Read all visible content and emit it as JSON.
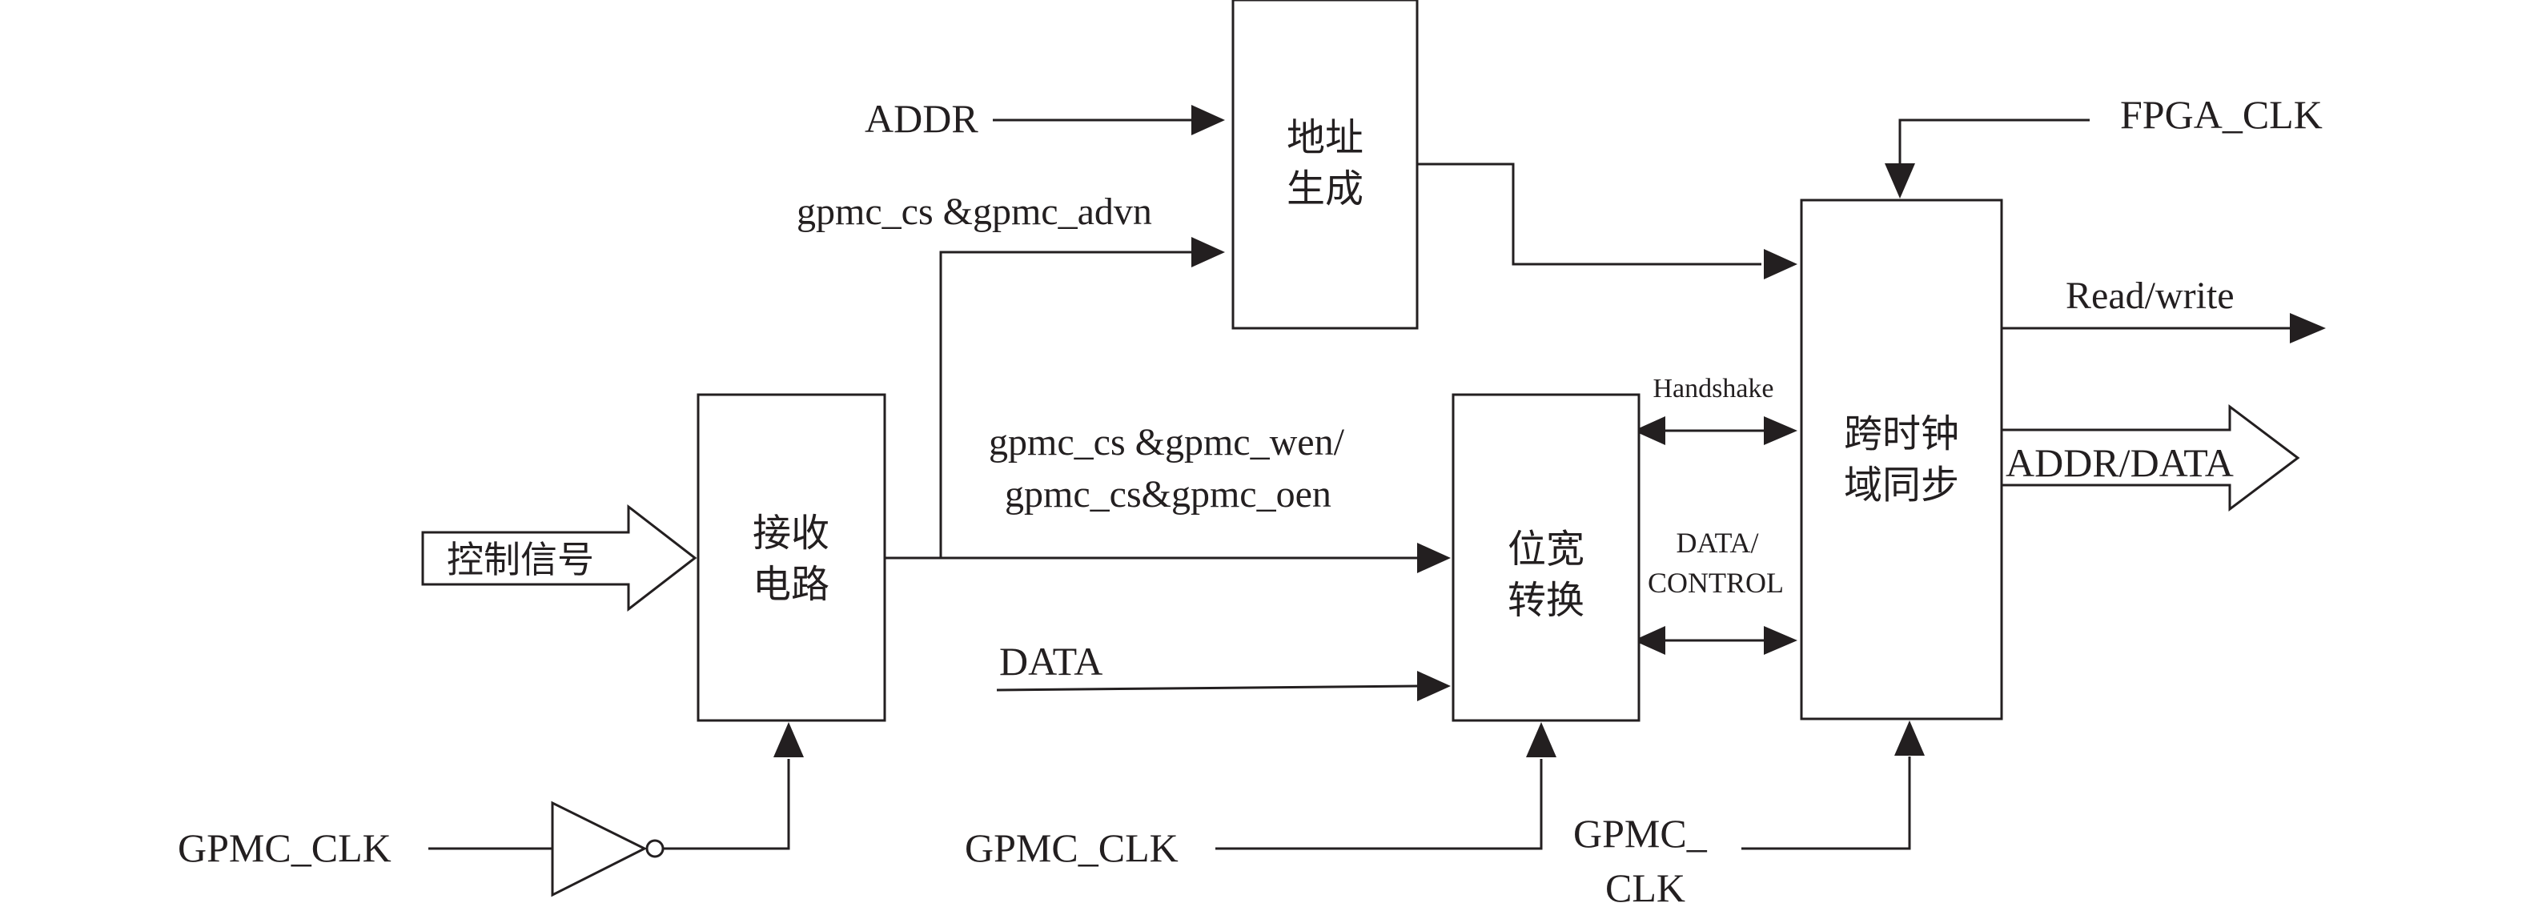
{
  "blocks": {
    "address_gen": [
      "地址",
      "生成"
    ],
    "receive": [
      "接收",
      "电路"
    ],
    "width_conv": [
      "位宽",
      "转换"
    ],
    "cdc": [
      "跨时钟",
      "域同步"
    ]
  },
  "signals": {
    "addr": "ADDR",
    "cs_advn": "gpmc_cs &gpmc_advn",
    "control": "控制信号",
    "cs_wen": "gpmc_cs &gpmc_wen/",
    "cs_oen": "gpmc_cs&gpmc_oen",
    "data": "DATA",
    "handshake": "Handshake",
    "data_control": [
      "DATA/",
      "CONTROL"
    ],
    "fpga_clk": "FPGA_CLK",
    "read_write": "Read/write",
    "addr_data": "ADDR/DATA",
    "gpmc_clk_left": "GPMC_CLK",
    "gpmc_clk_mid": "GPMC_CLK",
    "gpmc_clk_right": [
      "GPMC_",
      "CLK"
    ]
  },
  "colors": {
    "line": "#231f20",
    "background": "#ffffff"
  }
}
